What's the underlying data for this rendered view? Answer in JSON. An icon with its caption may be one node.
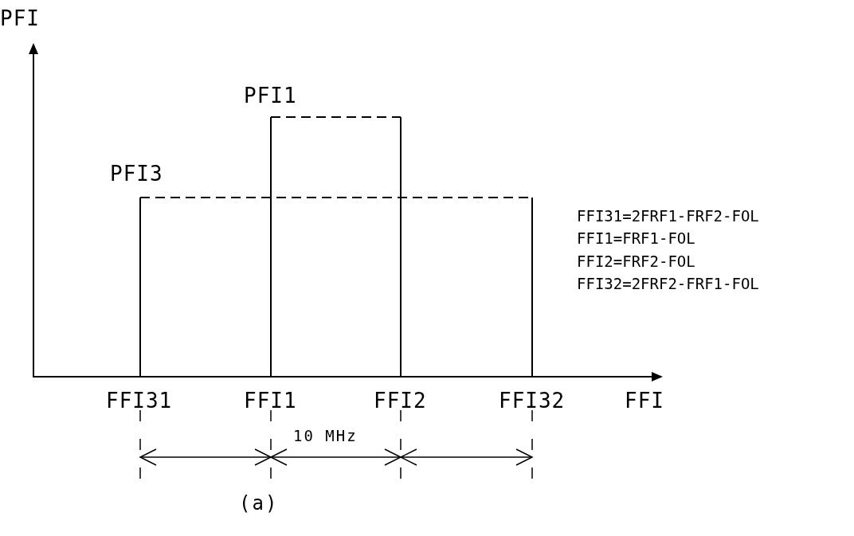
{
  "diagram": {
    "caption": "(a)",
    "labels": [
      "PFI",
      "PFI1",
      "PFI3",
      "FFI31=2FRF1-FRF2-FOL",
      "FFI1=FRF1-FOL",
      "FFI2=FRF2-FOL",
      "FFI32=2FRF2-FRF1-FOL",
      "FFI31",
      "FFI1",
      "FFI2",
      "FFI32",
      "FFI",
      "10 MHz"
    ]
  }
}
